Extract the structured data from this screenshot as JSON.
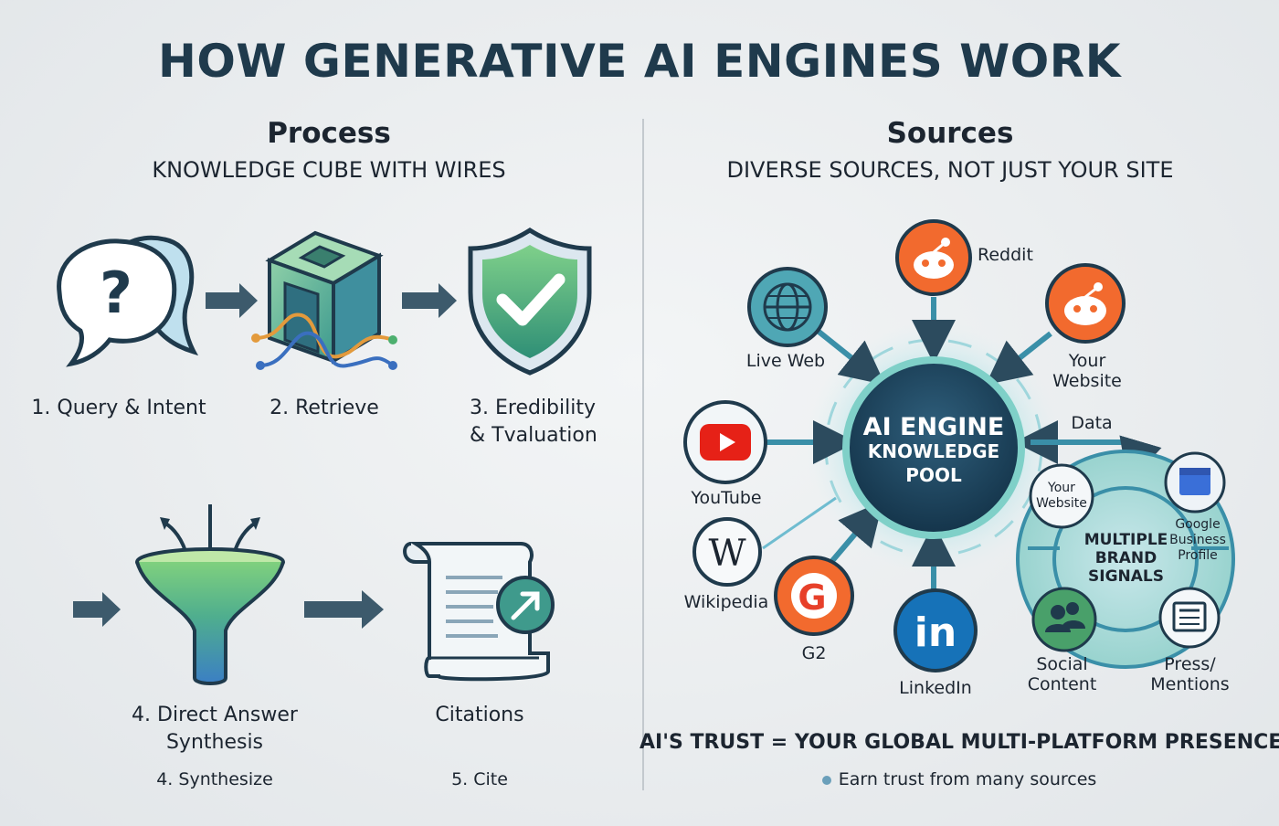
{
  "title": "HOW GENERATIVE AI ENGINES WORK",
  "process": {
    "heading": "Process",
    "subheading": "KNOWLEDGE CUBE WITH WIRES",
    "steps": [
      {
        "label": "1. Query & Intent",
        "icon": "question-bubble-icon"
      },
      {
        "label": "2. Retrieve",
        "icon": "knowledge-cube-icon"
      },
      {
        "label_line1": "3. Eredibility",
        "label_line2": "& Tvaluation",
        "icon": "shield-check-icon"
      },
      {
        "label_line1": "4. Direct Answer",
        "label_line2": "Synthesis",
        "sub": "4. Synthesize",
        "icon": "funnel-icon"
      },
      {
        "label": "Citations",
        "sub": "5. Cite",
        "icon": "document-scroll-icon"
      }
    ]
  },
  "sources": {
    "heading": "Sources",
    "subheading": "DIVERSE SOURCES, NOT JUST YOUR SITE",
    "hub": {
      "line1": "AI ENGINE",
      "line2": "KNOWLEDGE",
      "line3": "POOL"
    },
    "nodes": {
      "reddit": "Reddit",
      "live_web": "Live Web",
      "your_website_line1": "Your",
      "your_website_line2": "Website",
      "data": "Data",
      "youtube": "YouTube",
      "wikipedia": "Wikipedia",
      "g2": "G2",
      "linkedin": "LinkedIn",
      "wikipedia_glyph": "W",
      "g2_glyph": "G",
      "linkedin_glyph": "in"
    },
    "brand": {
      "center_line1": "MULTIPLE",
      "center_line2": "BRAND",
      "center_line3": "SIGNALS",
      "your_website_line1": "Your",
      "your_website_line2": "Website",
      "gbp_line1": "Google",
      "gbp_line2": "Business",
      "gbp_line3": "Profile",
      "social_line1": "Social",
      "social_line2": "Content",
      "press_line1": "Press/",
      "press_line2": "Mentions"
    },
    "trust": "AI'S TRUST = YOUR GLOBAL MULTI-PLATFORM PRESENCE",
    "earn": "Earn trust from many sources"
  },
  "colors": {
    "navy": "#1f3a4c",
    "teal": "#3a8fa8",
    "green": "#4caf6e",
    "reddit": "#f26a2e",
    "youtube": "#e62117",
    "linkedin": "#1672b8"
  }
}
